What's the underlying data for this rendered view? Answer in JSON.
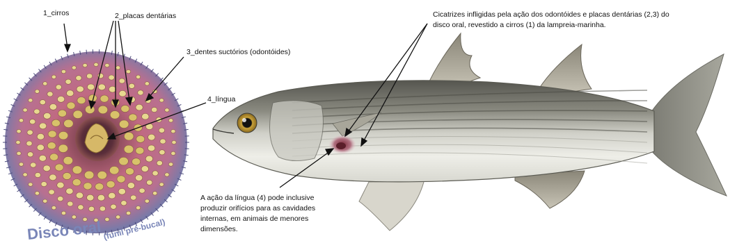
{
  "disc": {
    "title": "Disco oral",
    "subtitle": "(funil pré-bucal)"
  },
  "labels": {
    "cirros": "1_cirros",
    "placas": "2_placas dentárias",
    "dentes": "3_dentes suctórios (odontóides)",
    "lingua": "4_língua"
  },
  "notes": {
    "scar_line1": "Cicatrizes infligidas pela ação dos odontóides e placas dentárias (2,3) do",
    "scar_line2": "disco oral, revestido a cirros (1) da lampreia-marinha.",
    "tongue_lines": [
      "A ação da língua (4) pode inclusive",
      "produzir orifícios para as cavidades",
      "internas, em animais de menores",
      "dimensões."
    ]
  },
  "colors": {
    "disc_purple": "#6a6a9a",
    "disc_pink": "#b8607a",
    "teeth": "#d8c87c",
    "fish_back": "#5a5a55",
    "fish_belly": "#eceae4",
    "title_blue": "#7a86b8"
  }
}
